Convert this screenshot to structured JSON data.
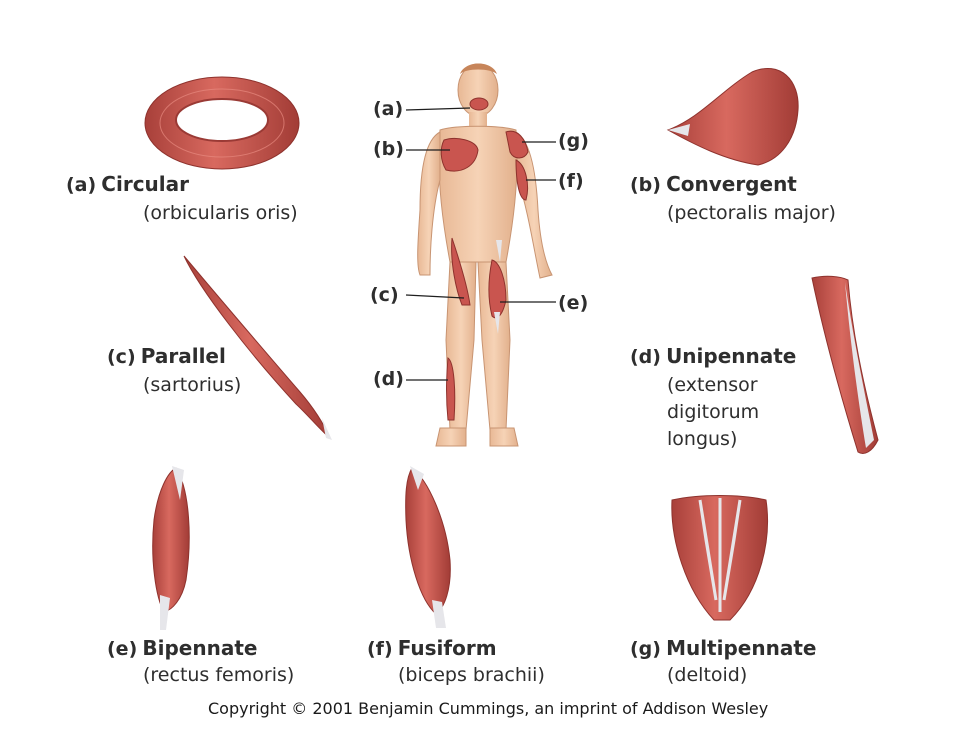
{
  "callouts": {
    "a": "(a)",
    "b": "(b)",
    "c": "(c)",
    "d": "(d)",
    "e": "(e)",
    "f": "(f)",
    "g": "(g)"
  },
  "types": {
    "a": {
      "letter": "(a)",
      "title": "Circular",
      "sub": [
        "(orbicularis oris)"
      ]
    },
    "b": {
      "letter": "(b)",
      "title": "Convergent",
      "sub": [
        "(pectoralis major)"
      ]
    },
    "c": {
      "letter": "(c)",
      "title": "Parallel",
      "sub": [
        "(sartorius)"
      ]
    },
    "d": {
      "letter": "(d)",
      "title": "Unipennate",
      "sub": [
        "(extensor",
        "digitorum",
        "longus)"
      ]
    },
    "e": {
      "letter": "(e)",
      "title": "Bipennate",
      "sub": [
        "(rectus femoris)"
      ]
    },
    "f": {
      "letter": "(f)",
      "title": "Fusiform",
      "sub": [
        "(biceps brachii)"
      ]
    },
    "g": {
      "letter": "(g)",
      "title": "Multipennate",
      "sub": [
        "(deltoid)"
      ]
    }
  },
  "copyright": "Copyright © 2001 Benjamin Cummings, an imprint of Addison Wesley",
  "colors": {
    "muscle": "#c9554f",
    "muscle_dark": "#9e3b36",
    "muscle_light": "#e38a80",
    "tendon": "#e6e6ea",
    "skin": "#f2c9a8",
    "skin_shadow": "#d9a583"
  }
}
